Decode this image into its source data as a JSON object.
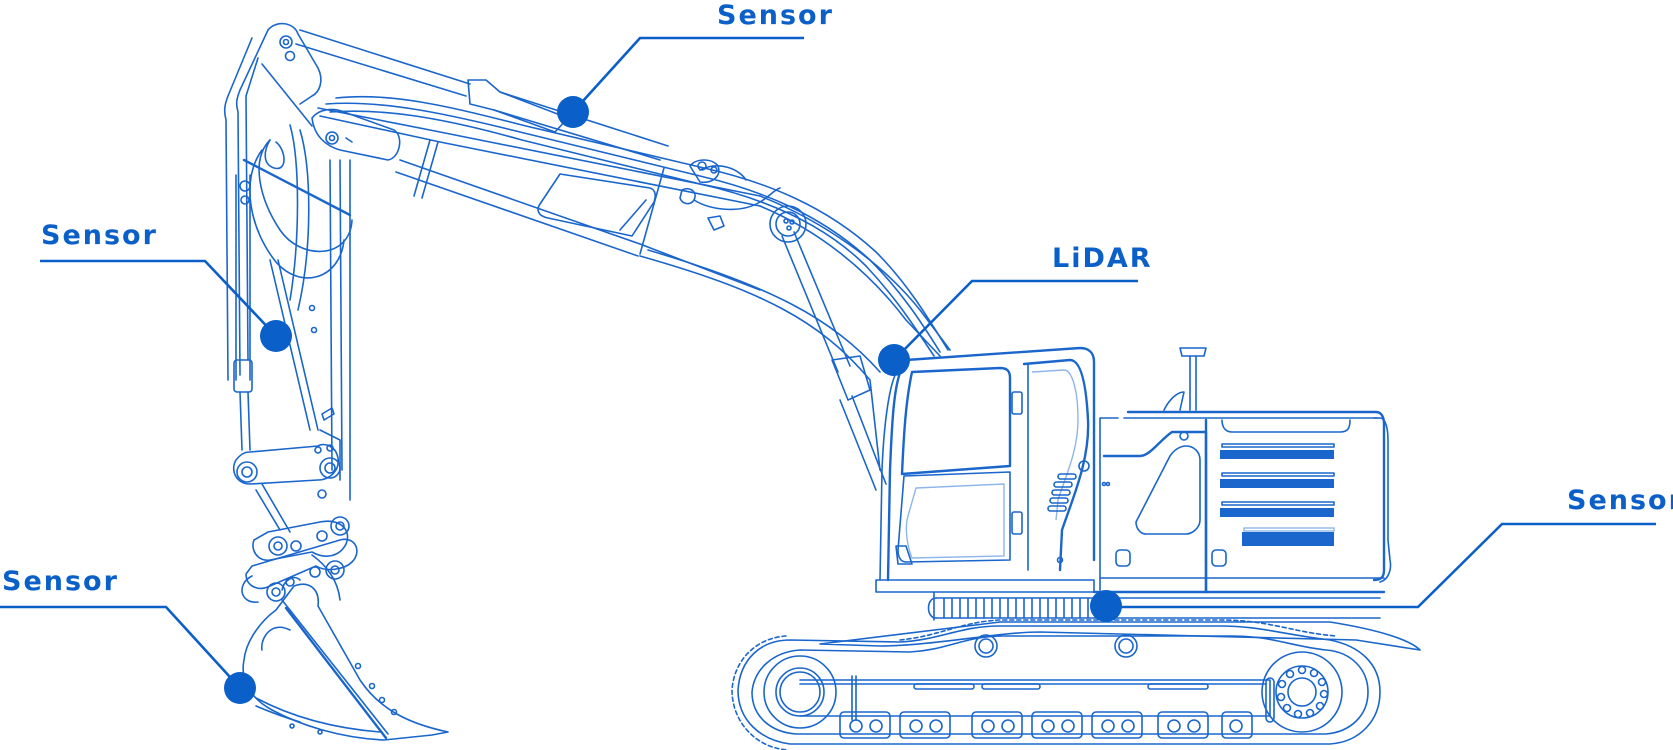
{
  "diagram": {
    "subject": "Excavator",
    "accent_color": "#0a5fc8",
    "line_color": "#1a66cc",
    "callouts": [
      {
        "id": "boom-sensor",
        "label": "Sensor",
        "position": "top-center"
      },
      {
        "id": "arm-sensor",
        "label": "Sensor",
        "position": "left-upper"
      },
      {
        "id": "lidar",
        "label": "LiDAR",
        "position": "center-right"
      },
      {
        "id": "undercarriage-sensor",
        "label": "Sensor",
        "position": "right"
      },
      {
        "id": "bucket-sensor",
        "label": "Sensor",
        "position": "left-lower"
      }
    ]
  }
}
